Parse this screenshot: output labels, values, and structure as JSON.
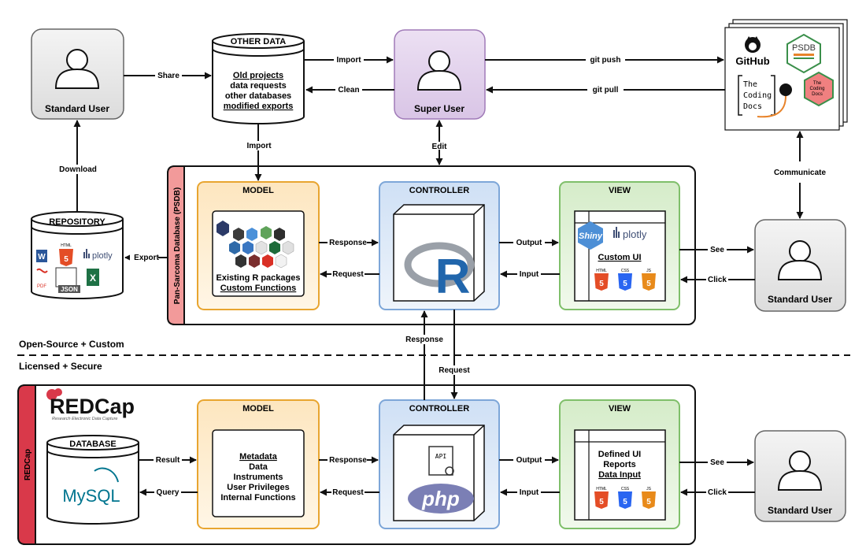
{
  "actors": {
    "standard_user_top": "Standard User",
    "super_user": "Super User",
    "standard_user_mid": "Standard User",
    "standard_user_bottom": "Standard User"
  },
  "other_data": {
    "title": "OTHER DATA",
    "lines": [
      "Old projects",
      "data requests",
      "other databases",
      "modified exports"
    ]
  },
  "repository": {
    "title": "REPOSITORY",
    "icons": [
      "HTML",
      "plotly",
      "PDF",
      "JSON"
    ]
  },
  "github_box": {
    "github": "GitHub",
    "psdb": "PSDB",
    "coding_docs": [
      "The",
      "Coding",
      "Docs"
    ],
    "hex_lines": [
      "The",
      "Coding",
      "Docs"
    ]
  },
  "psdb": {
    "side_label": "Pan-Sarcoma Database (PSDB)",
    "model_title": "MODEL",
    "model_lines": [
      "Existing R packages",
      "Custom Functions"
    ],
    "controller_title": "CONTROLLER",
    "controller_logo": "R",
    "view_title": "VIEW",
    "view_shiny": "Shiny",
    "view_plotly": "plotly",
    "view_custom": "Custom UI"
  },
  "redcap": {
    "side_label": "REDCap",
    "logo": "REDCap",
    "logo_sub": "Research Electronic Data Capture",
    "db_title": "DATABASE",
    "db_logo": "MySQL",
    "model_title": "MODEL",
    "model_lines": [
      "Metadata",
      "Data",
      "Instruments",
      "User Privileges",
      "Internal Functions"
    ],
    "controller_title": "CONTROLLER",
    "controller_api": "API",
    "controller_logo": "php",
    "view_title": "VIEW",
    "view_lines": [
      "Defined UI",
      "Reports",
      "Data Input"
    ]
  },
  "web_icons": {
    "html": "HTML",
    "css": "CSS",
    "js": "JS"
  },
  "sections": {
    "open": "Open-Source + Custom",
    "licensed": "Licensed + Secure"
  },
  "edges": {
    "share": "Share",
    "import_top": "Import",
    "clean": "Clean",
    "git_push": "git push",
    "git_pull": "git pull",
    "import_down": "Import",
    "edit": "Edit",
    "download": "Download",
    "communicate": "Communicate",
    "export": "Export",
    "response_top": "Response",
    "request_top": "Request",
    "output_top": "Output",
    "input_top": "Input",
    "see_top": "See",
    "click_top": "Click",
    "response_mid": "Response",
    "request_mid": "Request",
    "result": "Result",
    "query": "Query",
    "response_bot": "Response",
    "request_bot": "Request",
    "output_bot": "Output",
    "input_bot": "Input",
    "see_bot": "See",
    "click_bot": "Click"
  },
  "colors": {
    "model": "#e8a530",
    "controller": "#7da6d8",
    "view": "#7fbf6a",
    "super_user": "#b48fc9",
    "psdb_band": "#f29a9a",
    "redcap_band": "#d9394a"
  }
}
